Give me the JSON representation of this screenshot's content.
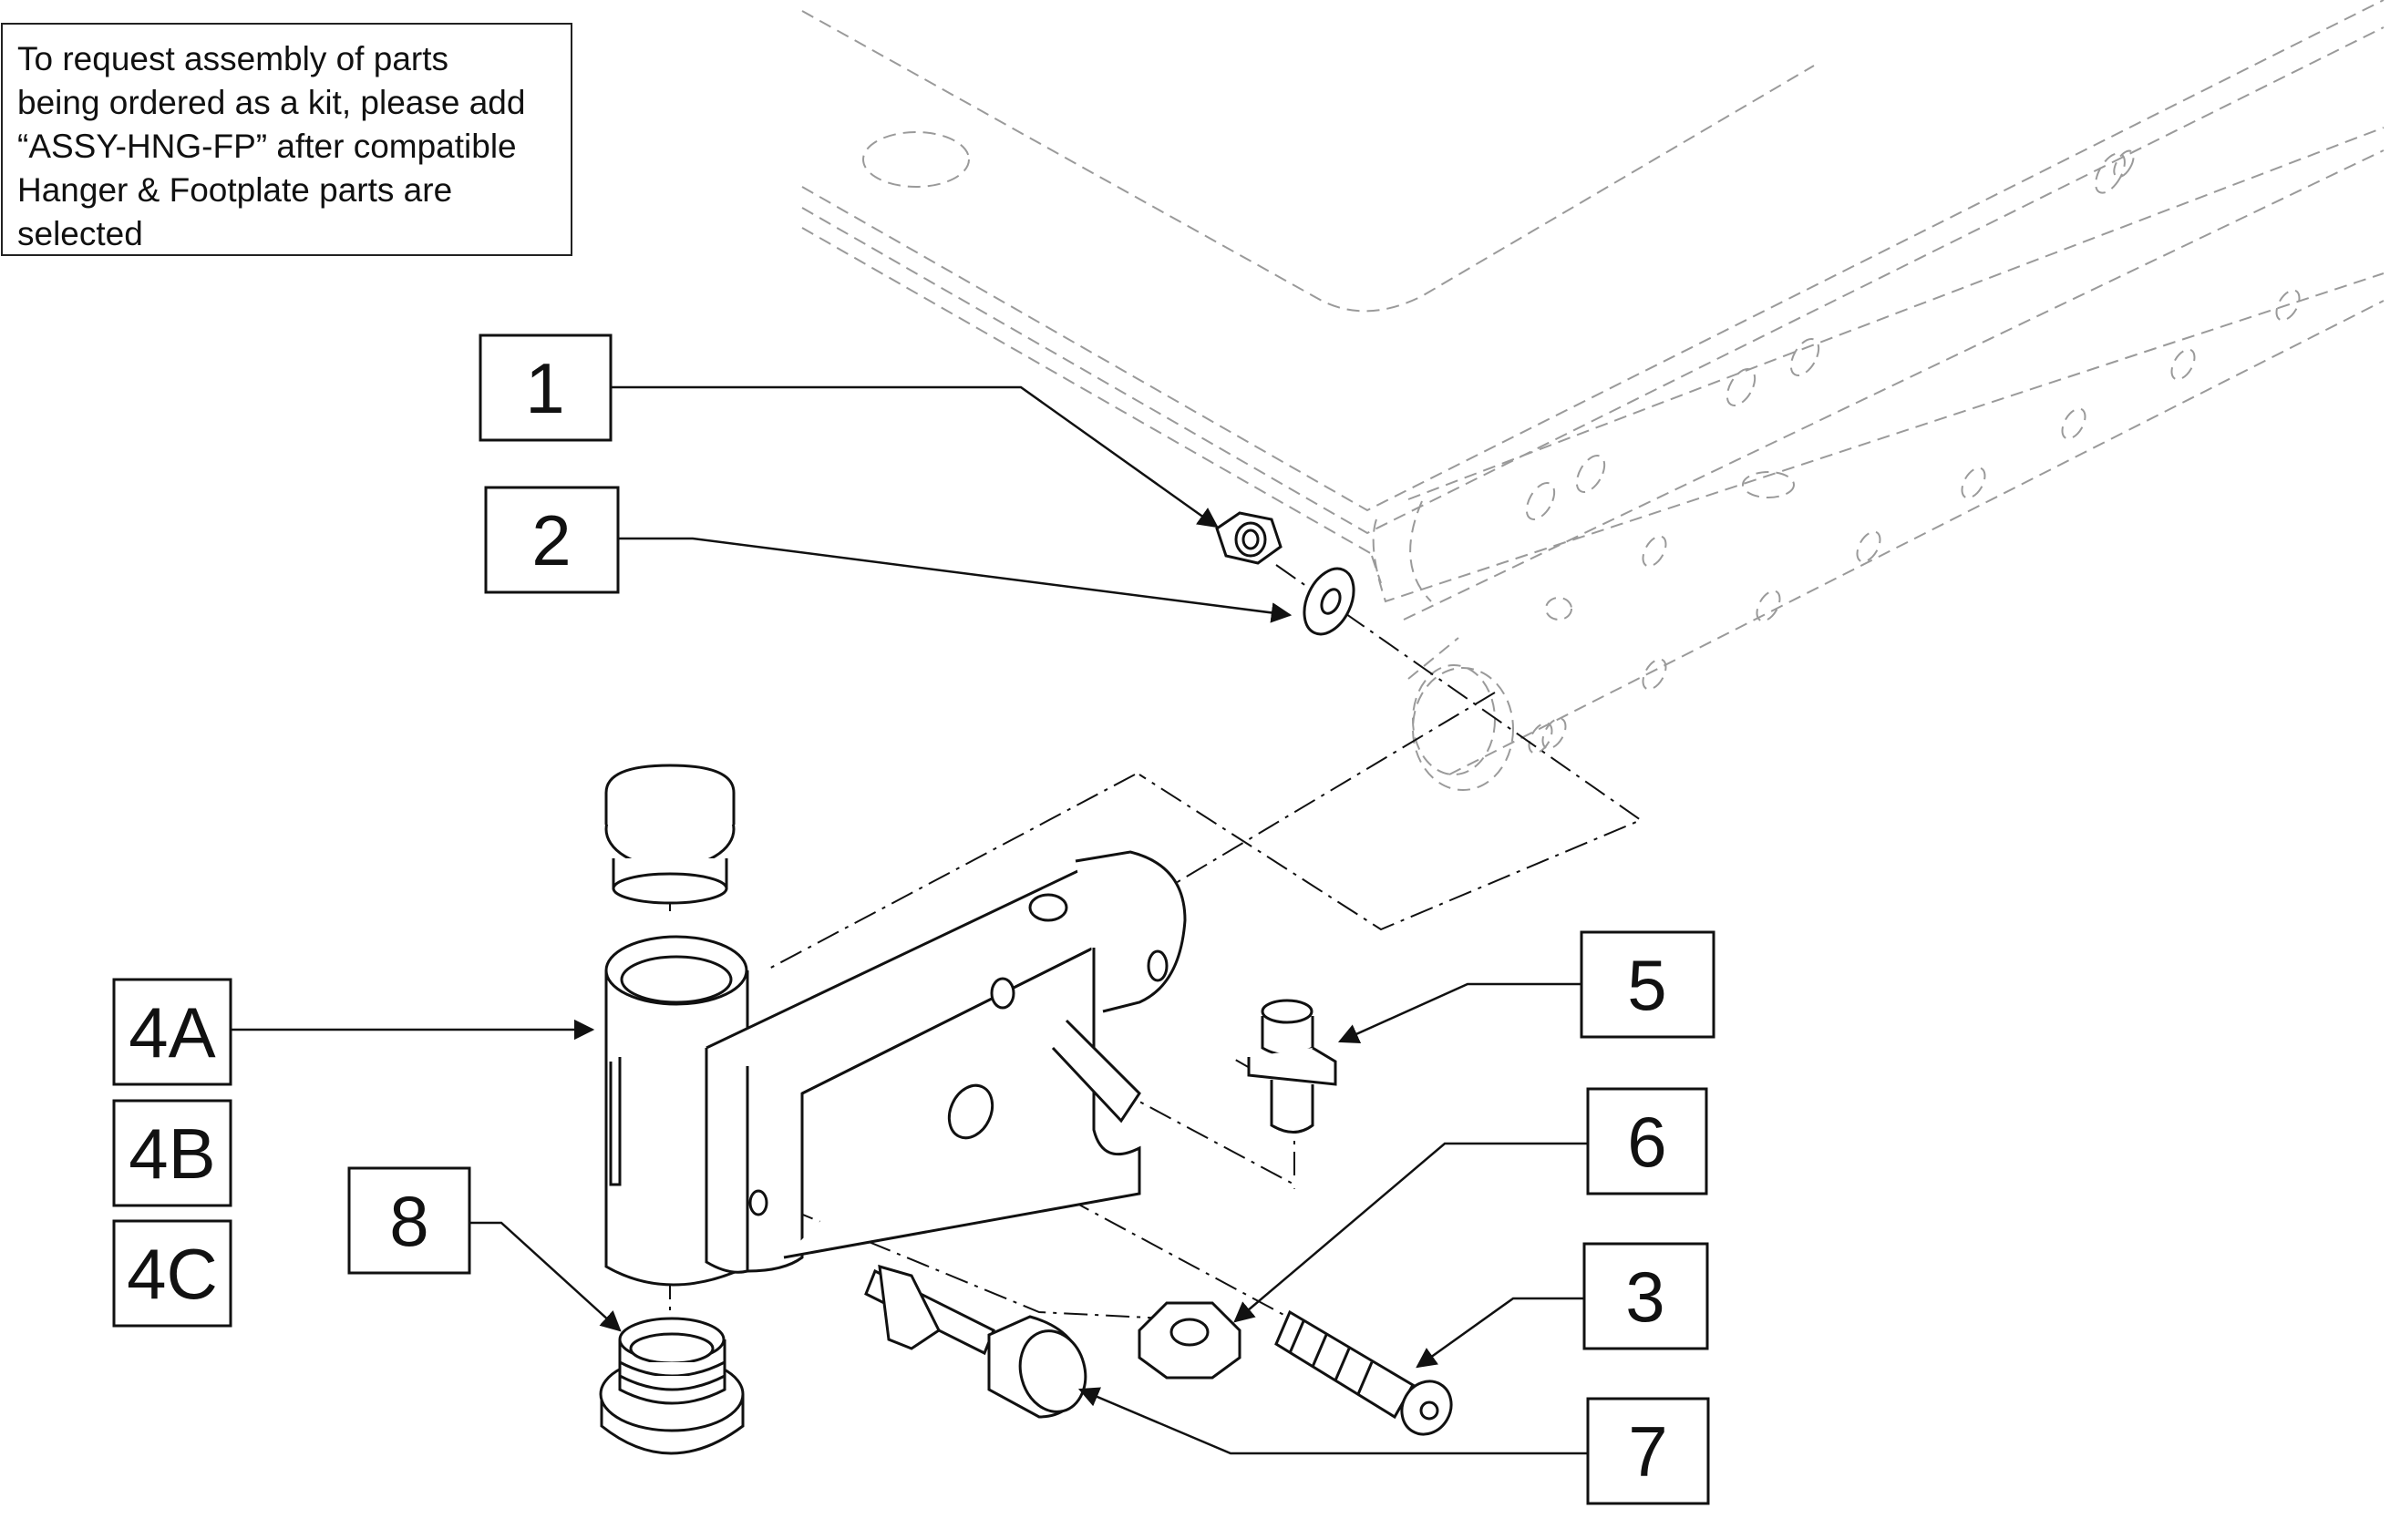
{
  "note": {
    "lines": [
      "To request assembly of parts",
      "being ordered as a kit, please add",
      "“ASSY-HNG-FP” after compatible",
      "Hanger & Footplate parts are",
      "selected"
    ]
  },
  "callouts": {
    "c1": "1",
    "c2": "2",
    "c3": "3",
    "c4a": "4A",
    "c4b": "4B",
    "c4c": "4C",
    "c5": "5",
    "c6": "6",
    "c7": "7",
    "c8": "8"
  },
  "colors": {
    "line": "#111111",
    "ghost": "#9a9a9a"
  }
}
